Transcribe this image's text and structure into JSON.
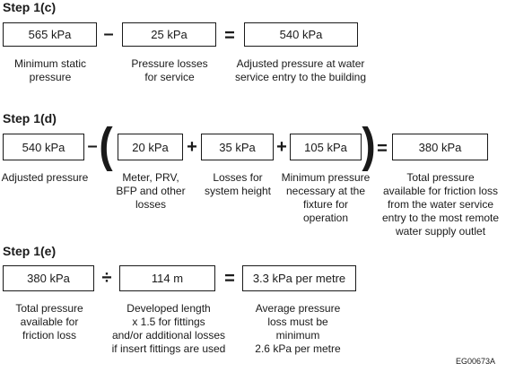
{
  "step_c": {
    "heading": "Step 1(c)",
    "boxes": [
      "565 kPa",
      "25 kPa",
      "540 kPa"
    ],
    "operators": [
      "–",
      "="
    ],
    "captions": [
      "Minimum static\npressure",
      "Pressure losses\nfor service",
      "Adjusted pressure at water\nservice entry to the building"
    ]
  },
  "step_d": {
    "heading": "Step 1(d)",
    "boxes": [
      "540 kPa",
      "20 kPa",
      "35 kPa",
      "105 kPa",
      "380 kPa"
    ],
    "operators": [
      "–",
      "+",
      "+",
      "="
    ],
    "parens": [
      "(",
      ")"
    ],
    "captions": [
      "Adjusted pressure",
      "Meter, PRV,\nBFP and other\nlosses",
      "Losses for\nsystem height",
      "Minimum pressure\nnecessary at the\nfixture for\noperation",
      "Total pressure\navailable for friction loss\nfrom the water service\nentry to the most remote\nwater supply outlet"
    ]
  },
  "step_e": {
    "heading": "Step 1(e)",
    "boxes": [
      "380 kPa",
      "114 m",
      "3.3 kPa per metre"
    ],
    "operators": [
      "÷",
      "="
    ],
    "captions": [
      "Total pressure\navailable for\nfriction loss",
      "Developed length\nx 1.5 for fittings\nand/or additional losses\nif insert fittings are used",
      "Average pressure\nloss must be\nminimum\n2.6 kPa per metre"
    ]
  },
  "figure_code": "EG00673A"
}
